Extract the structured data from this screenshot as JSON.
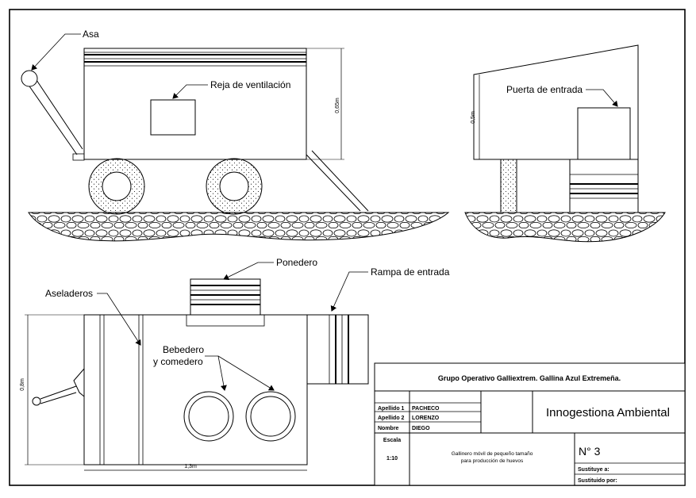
{
  "labels": {
    "asa": "Asa",
    "reja": "Reja de ventilación",
    "puerta": "Puerta de entrada",
    "ponedero": "Ponedero",
    "rampa": "Rampa de entrada",
    "aseladeros": "Aseladeros",
    "bebedero_line1": "Bebedero",
    "bebedero_line2": "y comedero"
  },
  "dimensions": {
    "side_height": "0,65m",
    "front_height": "0,5m",
    "plan_width": "0,8m",
    "plan_length": "1,3m"
  },
  "title_block": {
    "group": "Grupo Operativo Galliextrem. Gallina Azul Extremeña.",
    "company": "Innogestiona Ambiental",
    "rows": [
      {
        "key": "Apellido 1",
        "value": "PACHECO"
      },
      {
        "key": "Apellido 2",
        "value": "LORENZO"
      },
      {
        "key": "Nombre",
        "value": "DIEGO"
      }
    ],
    "escala_label": "Escala",
    "escala_value": "1:10",
    "description_line1": "Gallinero móvil de pequeño tamaño",
    "description_line2": "para producción de huevos",
    "sheet_number": "N° 3",
    "sustituye_label": "Sustituye a:",
    "sustituido_label": "Sustituido por:"
  }
}
